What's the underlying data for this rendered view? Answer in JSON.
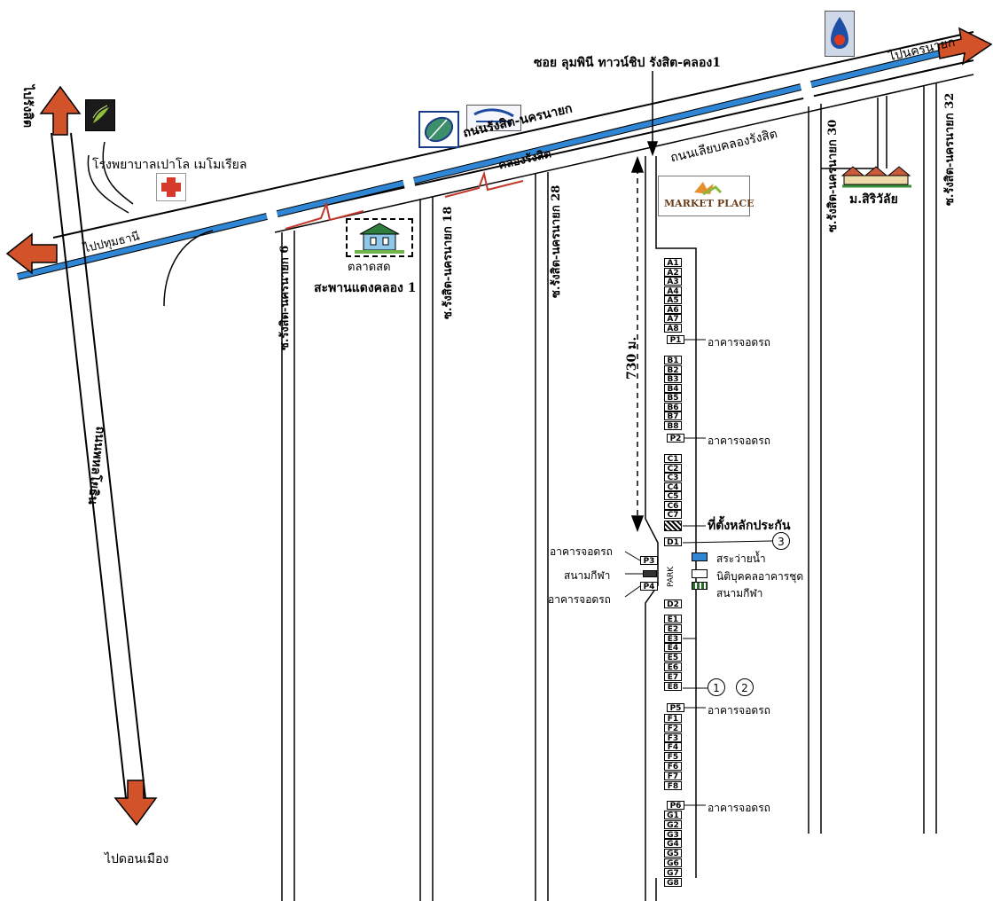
{
  "map": {
    "roads": {
      "main_road": "ถนนรังสิต-นครนายก",
      "canal": "คลองรังสิต",
      "frontage_road": "ถนนเลียบคลองรังสิต",
      "highway": "ถนนพหลโยธิน",
      "to_nakhon_nayok": "ไปนครนายก",
      "to_pathum_thani": "ไปปทุมธานี",
      "to_don_mueang": "ไปดอนเมือง",
      "to_rangsit": "ไปรังสิต"
    },
    "sois": {
      "soi6": "ซ.รังสิต-นครนายก 6",
      "soi18": "ซ.รังสิต-นครนายก 18",
      "soi28": "ซ.รังสิต-นครนายก 28",
      "soi30": "ซ.รังสิต-นครนายก 30",
      "soi32": "ซ.รังสิต-นครนายก 32"
    },
    "project": "ซอย ลุมพินี ทาวน์ชิป รังสิต-คลอง1",
    "distance": "730 ม.",
    "landmarks": {
      "hospital": "โรงพยาบาลเปาโล เมโมเรียล",
      "market": "ตลาดสด",
      "bridge": "สะพานแดงคลอง 1",
      "market_place": "MARKET PLACE",
      "university": "ม.สิริวัลัย"
    },
    "legend": {
      "parking": "อาคารจอดรถ",
      "pin_location": "ที่ตั้งหลักประกัน",
      "pool": "สระว่ายน้ำ",
      "juristic": "นิติบุคคลอาคารชุด",
      "sports_field": "สนามกีฬา",
      "park": "PARK"
    },
    "markers": [
      "1",
      "2",
      "3"
    ],
    "buildings": {
      "A": [
        "A1",
        "A2",
        "A3",
        "A4",
        "A5",
        "A6",
        "A7",
        "A8"
      ],
      "P1": "P1",
      "B": [
        "B1",
        "B2",
        "B3",
        "B4",
        "B5",
        "B6",
        "B7",
        "B8"
      ],
      "P2": "P2",
      "C": [
        "C1",
        "C2",
        "C3",
        "C4",
        "C5",
        "C6",
        "C7"
      ],
      "D1": "D1",
      "P3": "P3",
      "P4": "P4",
      "D2": "D2",
      "E": [
        "E1",
        "E2",
        "E3",
        "E4",
        "E5",
        "E6",
        "E7",
        "E8"
      ],
      "P5": "P5",
      "F": [
        "F1",
        "F2",
        "F3",
        "F4",
        "F5",
        "F6",
        "F7",
        "F8"
      ],
      "P6": "P6",
      "G": [
        "G1",
        "G2",
        "G3",
        "G4",
        "G5",
        "G6",
        "G7",
        "G8"
      ]
    },
    "colors": {
      "canal": "#2f86d4",
      "arrow": "#d2522a",
      "bridge": "#c0392b"
    }
  }
}
